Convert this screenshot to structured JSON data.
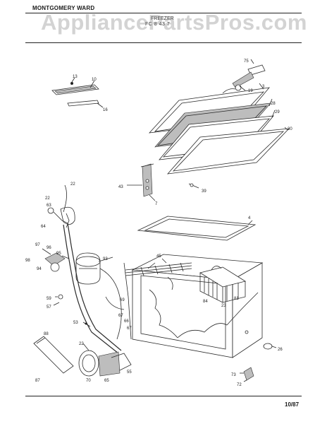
{
  "header": {
    "brand": "MONTGOMERY WARD",
    "product": "FREEZER",
    "model": "FC 8 43 7"
  },
  "watermark": "AppliancePartsPros.com",
  "footer": {
    "date": "10/87"
  },
  "callouts": {
    "c13": "13",
    "c10": "10",
    "c16": "16",
    "c75a": "75",
    "c19": "19",
    "c3": "3",
    "c28": "28",
    "c29": "29",
    "c30": "30",
    "c43": "43",
    "c7": "7",
    "c39": "39",
    "c22a": "22",
    "c63": "63",
    "c64": "64",
    "c4": "4",
    "c97": "97",
    "c96": "96",
    "c95": "95",
    "c98": "98",
    "c94": "94",
    "c93": "93",
    "c45": "45",
    "c84": "84",
    "c23": "23",
    "c81": "81",
    "c59": "59",
    "c57": "57",
    "c69": "69",
    "c67a": "67",
    "c66": "66",
    "c67b": "67",
    "c53": "53",
    "c88": "88",
    "c87": "87",
    "c22b": "22",
    "c70": "70",
    "c65": "65",
    "c55": "55",
    "c26": "26",
    "c73": "73",
    "c72": "72"
  }
}
